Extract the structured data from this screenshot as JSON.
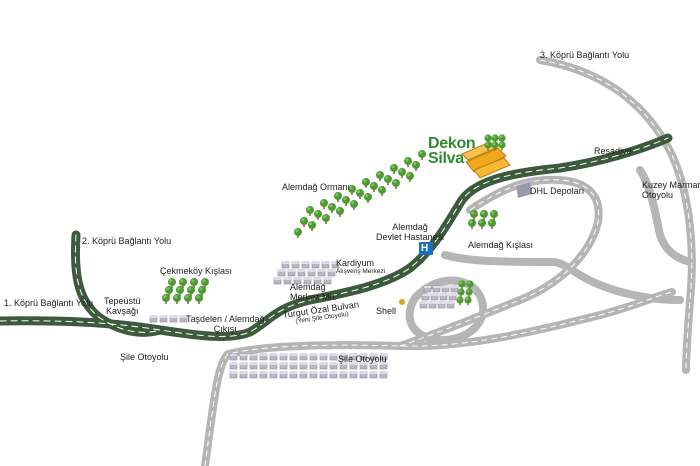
{
  "brand": {
    "line1": "Dekon",
    "line2": "Silva"
  },
  "roads": {
    "kopru1": "1. Köprü Bağlantı Yolu",
    "kopru2": "2. Köprü Bağlantı Yolu",
    "kopru3": "3. Köprü Bağlantı Yolu",
    "resadiye": "Reşadiye",
    "kuzey_marmara": [
      "Kuzey Marmara",
      "Otoyolu"
    ],
    "turgut_ozal": [
      "Turgut Özal Bulvarı",
      "(Yeni Şile Otoyolu)"
    ],
    "sile_otoyolu_left": "Şile Otoyolu",
    "sile_otoyolu_mid": "Şile Otoyolu"
  },
  "places": {
    "alemdag_ormani": "Alemdağ Ormanı",
    "devlet_hastanesi": [
      "Alemdağ",
      "Devlet Hastanesi"
    ],
    "dhl": "DHL Depoları",
    "alemdag_kislasi": "Alemdağ Kışlası",
    "cekmekoy_kislasi": "Çekmeköy Kışlası",
    "kardiyum": [
      "Kardiyum",
      "Alışveriş Merkezi"
    ],
    "alemdag_merkez": [
      "Alemdağ",
      "Merkez Mh."
    ],
    "tepeustu": [
      "Tepeüstü",
      "Kavşağı"
    ],
    "tasdelen": [
      "Taşdelen / Alemdağ",
      "Çıkışı"
    ],
    "shell": "Shell",
    "hospital_symbol": "H"
  },
  "colors": {
    "main_road": "#3c5a3c",
    "side_road": "#b5b5b5",
    "lane_mark": "#ffffff",
    "tree": "#4d9a35",
    "trunk": "#8a6a3a",
    "building": "#b7b7c7",
    "building_shadow": "#8a8a9c",
    "brand": "#2f8b2f",
    "site": "#f0a91e",
    "hospital": "#1f6fbf"
  },
  "icons": [
    "tree-icon",
    "building-icon",
    "hospital-icon",
    "dhl-building-icon",
    "shell-icon"
  ]
}
